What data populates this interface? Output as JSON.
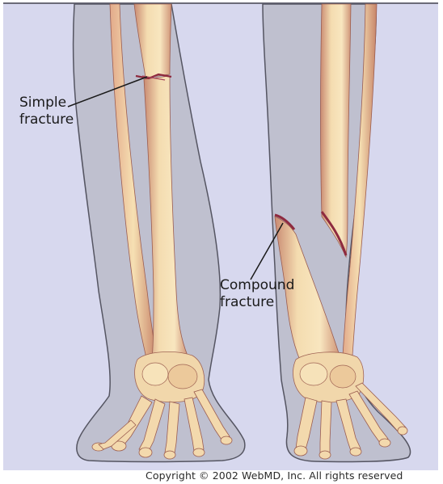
{
  "labels": {
    "simple_line1": "Simple",
    "simple_line2": "fracture",
    "compound_line1": "Compound",
    "compound_line2": "fracture"
  },
  "copyright": "Copyright © 2002 WebMD, Inc. All rights reserved",
  "colors": {
    "background": "#d7d8ee",
    "leg_silhouette": "#bfc0cf",
    "bone_light": "#f6e1b4",
    "bone_mid": "#e9b98e",
    "bone_shadow": "#c98a72",
    "fracture_red": "#8e2a3f"
  }
}
